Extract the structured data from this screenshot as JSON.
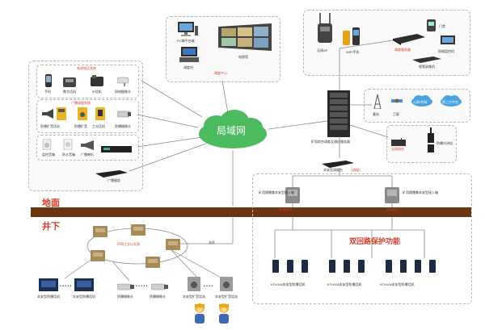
{
  "cloud": {
    "label": "局域网",
    "color": "#47b85a"
  },
  "layers": {
    "above": "地面",
    "below": "井下",
    "ground_color": "#6b3512",
    "label_color": "#d43a2a"
  },
  "feature": {
    "label": "双回路保护功能"
  },
  "top_center": {
    "items": [
      "PC端平台端",
      "电视墙",
      "调度台"
    ],
    "caption": "调度中心"
  },
  "top_right": {
    "items": [
      "无线AP",
      "WIFI手机",
      "门禁",
      "调度服务器",
      "网络监控机",
      "视频录像机"
    ]
  },
  "left_groups": {
    "phones": {
      "title": "有线电话系统",
      "items": [
        "手机",
        "数字话机",
        "IP话机",
        "网络摄像头"
      ]
    },
    "broadcast": {
      "title": "广播调度系统",
      "items": [
        "防爆扩音话站",
        "防爆扩音",
        "工业话机",
        "防爆摄像头"
      ]
    },
    "audio": {
      "items": [
        "监控音箱",
        "防水音箱",
        "广播喇叭",
        ""
      ]
    },
    "switch": {
      "label": "广播服务"
    }
  },
  "right_groups": {
    "wireless": {
      "items": [
        "基站",
        "卫星",
        "公网/专网",
        "第三方平台"
      ]
    },
    "radio": {
      "items": [
        "无线电台",
        "防爆对讲机"
      ]
    }
  },
  "server": {
    "label": "矿用综合调度及通信服务器",
    "switch_label": "本安型调度台",
    "switch_tag": "(选配)"
  },
  "mine_right": {
    "left_box": "矿用隔爆兼本安型接入箱",
    "right_box": "矿用隔爆兼本安型接入箱",
    "tag": "本安网口",
    "phone_captions": [
      "KTH106本安型防爆话机",
      "KTH106本安型防爆话机",
      "KTH106本安型防爆话机"
    ]
  },
  "mine_left": {
    "ring": "环网工业以太网",
    "fiber": "光纤",
    "bottom_items": [
      "本安型防爆话机",
      "本安型防爆话机",
      "防爆摄像头",
      "防爆摄像头",
      "本安型扩音话站",
      "本安型扩音话站"
    ]
  }
}
